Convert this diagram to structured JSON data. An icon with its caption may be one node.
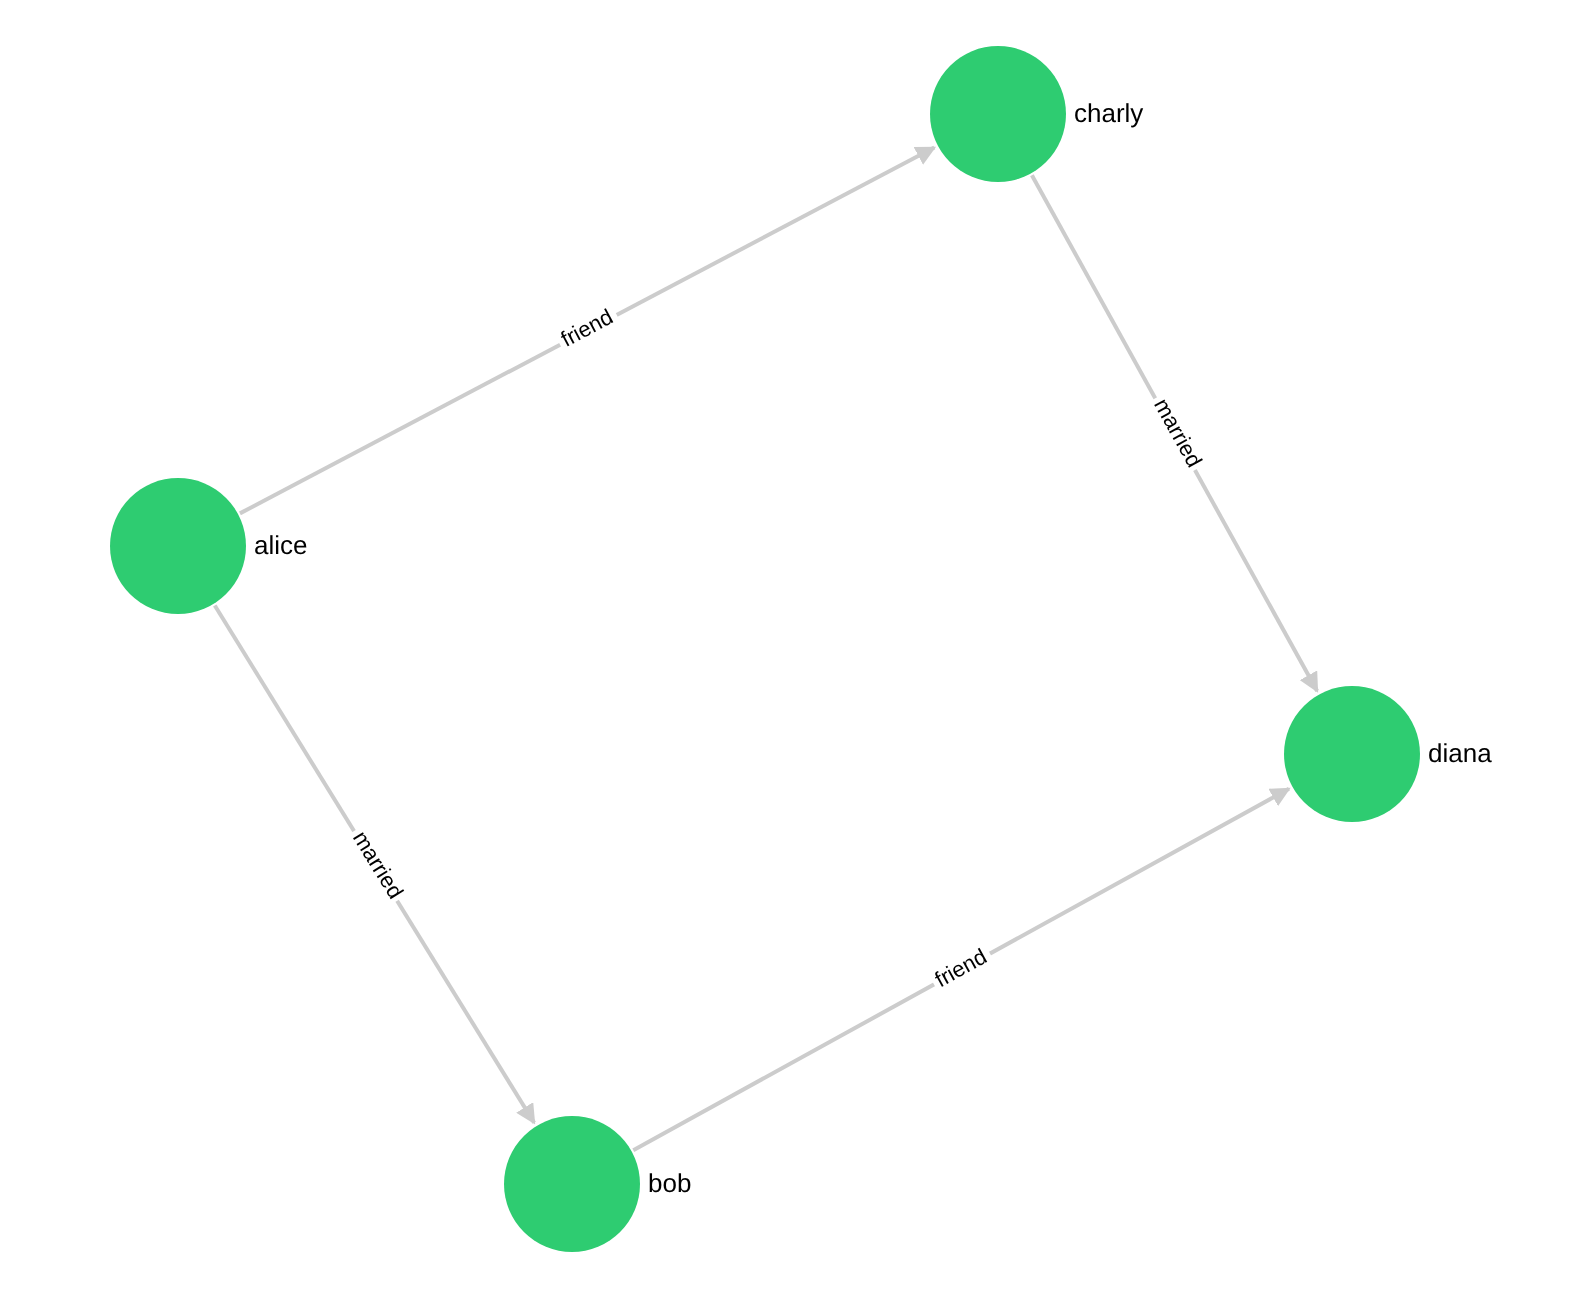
{
  "diagram": {
    "nodes": [
      {
        "text": [
          "charly"
        ]
      },
      {
        "text": [
          "alice"
        ]
      },
      {
        "text": [
          "diana"
        ]
      },
      {
        "text": [
          "bob"
        ]
      }
    ],
    "edges": [
      {
        "from": 1,
        "to": 0,
        "arrow": "to",
        "label": "friend"
      },
      {
        "from": 0,
        "to": 2,
        "arrow": "to",
        "label": "married"
      },
      {
        "from": 1,
        "to": 3,
        "arrow": "to",
        "label": "married"
      },
      {
        "from": 3,
        "to": 2,
        "arrow": "to",
        "label": "friend"
      }
    ]
  }
}
